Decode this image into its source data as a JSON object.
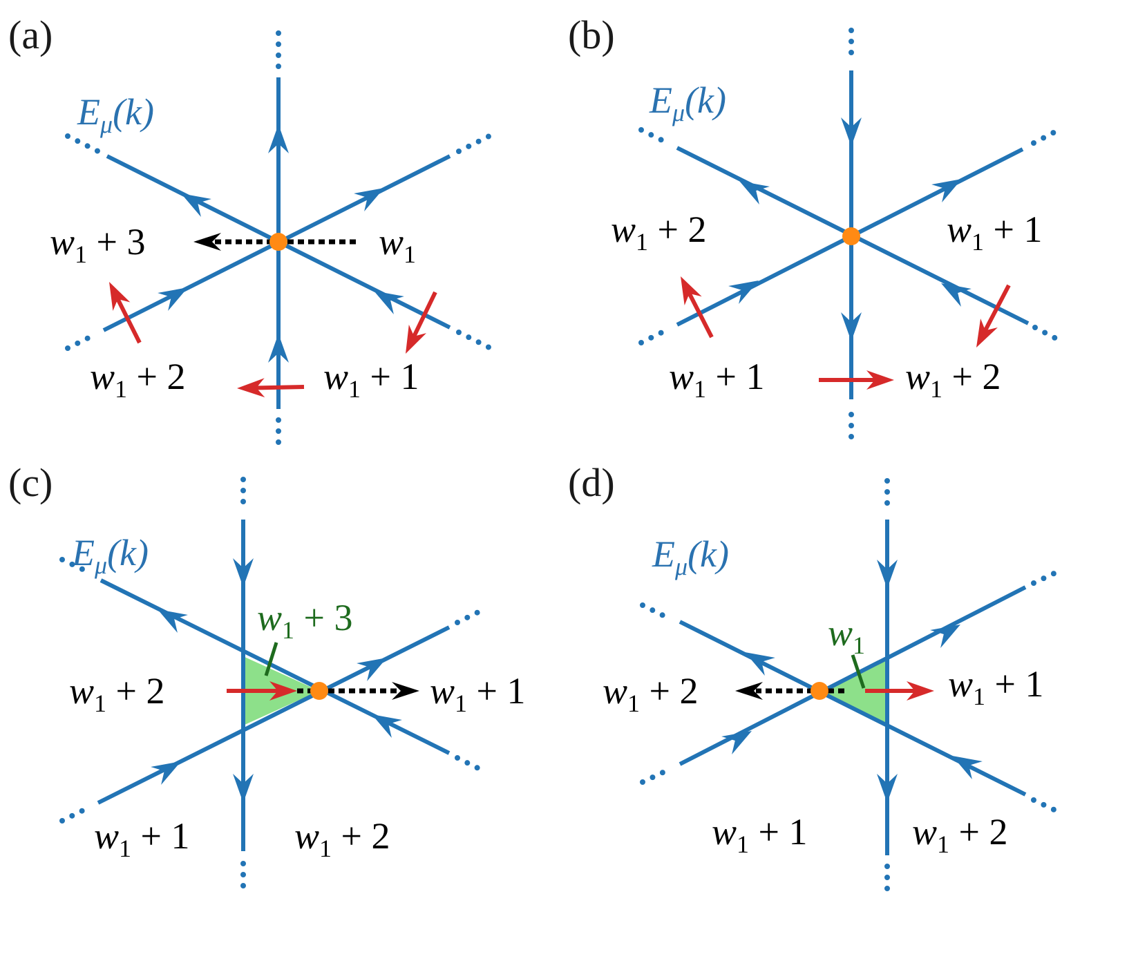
{
  "colors": {
    "band_line": "#2274b5",
    "node": "#ff8a14",
    "red_arrow": "#d62a2a",
    "dashed_arrow": "#000000",
    "shaded_region": "#8de08a",
    "green_label": "#1e6b1e"
  },
  "panels": {
    "a": {
      "tag": "(a)",
      "energy_label": {
        "base": "E",
        "sub": "μ",
        "arg": "(k)"
      },
      "labels": [
        {
          "w": "w",
          "sub": "1",
          "rest": " + 3"
        },
        {
          "w": "w",
          "sub": "1",
          "rest": ""
        },
        {
          "w": "w",
          "sub": "1",
          "rest": " + 2"
        },
        {
          "w": "w",
          "sub": "1",
          "rest": " + 1"
        }
      ]
    },
    "b": {
      "tag": "(b)",
      "energy_label": {
        "base": "E",
        "sub": "μ",
        "arg": "(k)"
      },
      "labels": [
        {
          "w": "w",
          "sub": "1",
          "rest": " + 2"
        },
        {
          "w": "w",
          "sub": "1",
          "rest": " + 1"
        },
        {
          "w": "w",
          "sub": "1",
          "rest": " + 1"
        },
        {
          "w": "w",
          "sub": "1",
          "rest": " + 2"
        }
      ]
    },
    "c": {
      "tag": "(c)",
      "energy_label": {
        "base": "E",
        "sub": "μ",
        "arg": "(k)"
      },
      "labels": [
        {
          "w": "w",
          "sub": "1",
          "rest": " + 3"
        },
        {
          "w": "w",
          "sub": "1",
          "rest": " + 2"
        },
        {
          "w": "w",
          "sub": "1",
          "rest": " + 1"
        },
        {
          "w": "w",
          "sub": "1",
          "rest": " + 1"
        },
        {
          "w": "w",
          "sub": "1",
          "rest": " + 2"
        }
      ]
    },
    "d": {
      "tag": "(d)",
      "energy_label": {
        "base": "E",
        "sub": "μ",
        "arg": "(k)"
      },
      "labels": [
        {
          "w": "w",
          "sub": "1",
          "rest": ""
        },
        {
          "w": "w",
          "sub": "1",
          "rest": " + 2"
        },
        {
          "w": "w",
          "sub": "1",
          "rest": " + 1"
        },
        {
          "w": "w",
          "sub": "1",
          "rest": " + 1"
        },
        {
          "w": "w",
          "sub": "1",
          "rest": " + 2"
        }
      ]
    }
  }
}
